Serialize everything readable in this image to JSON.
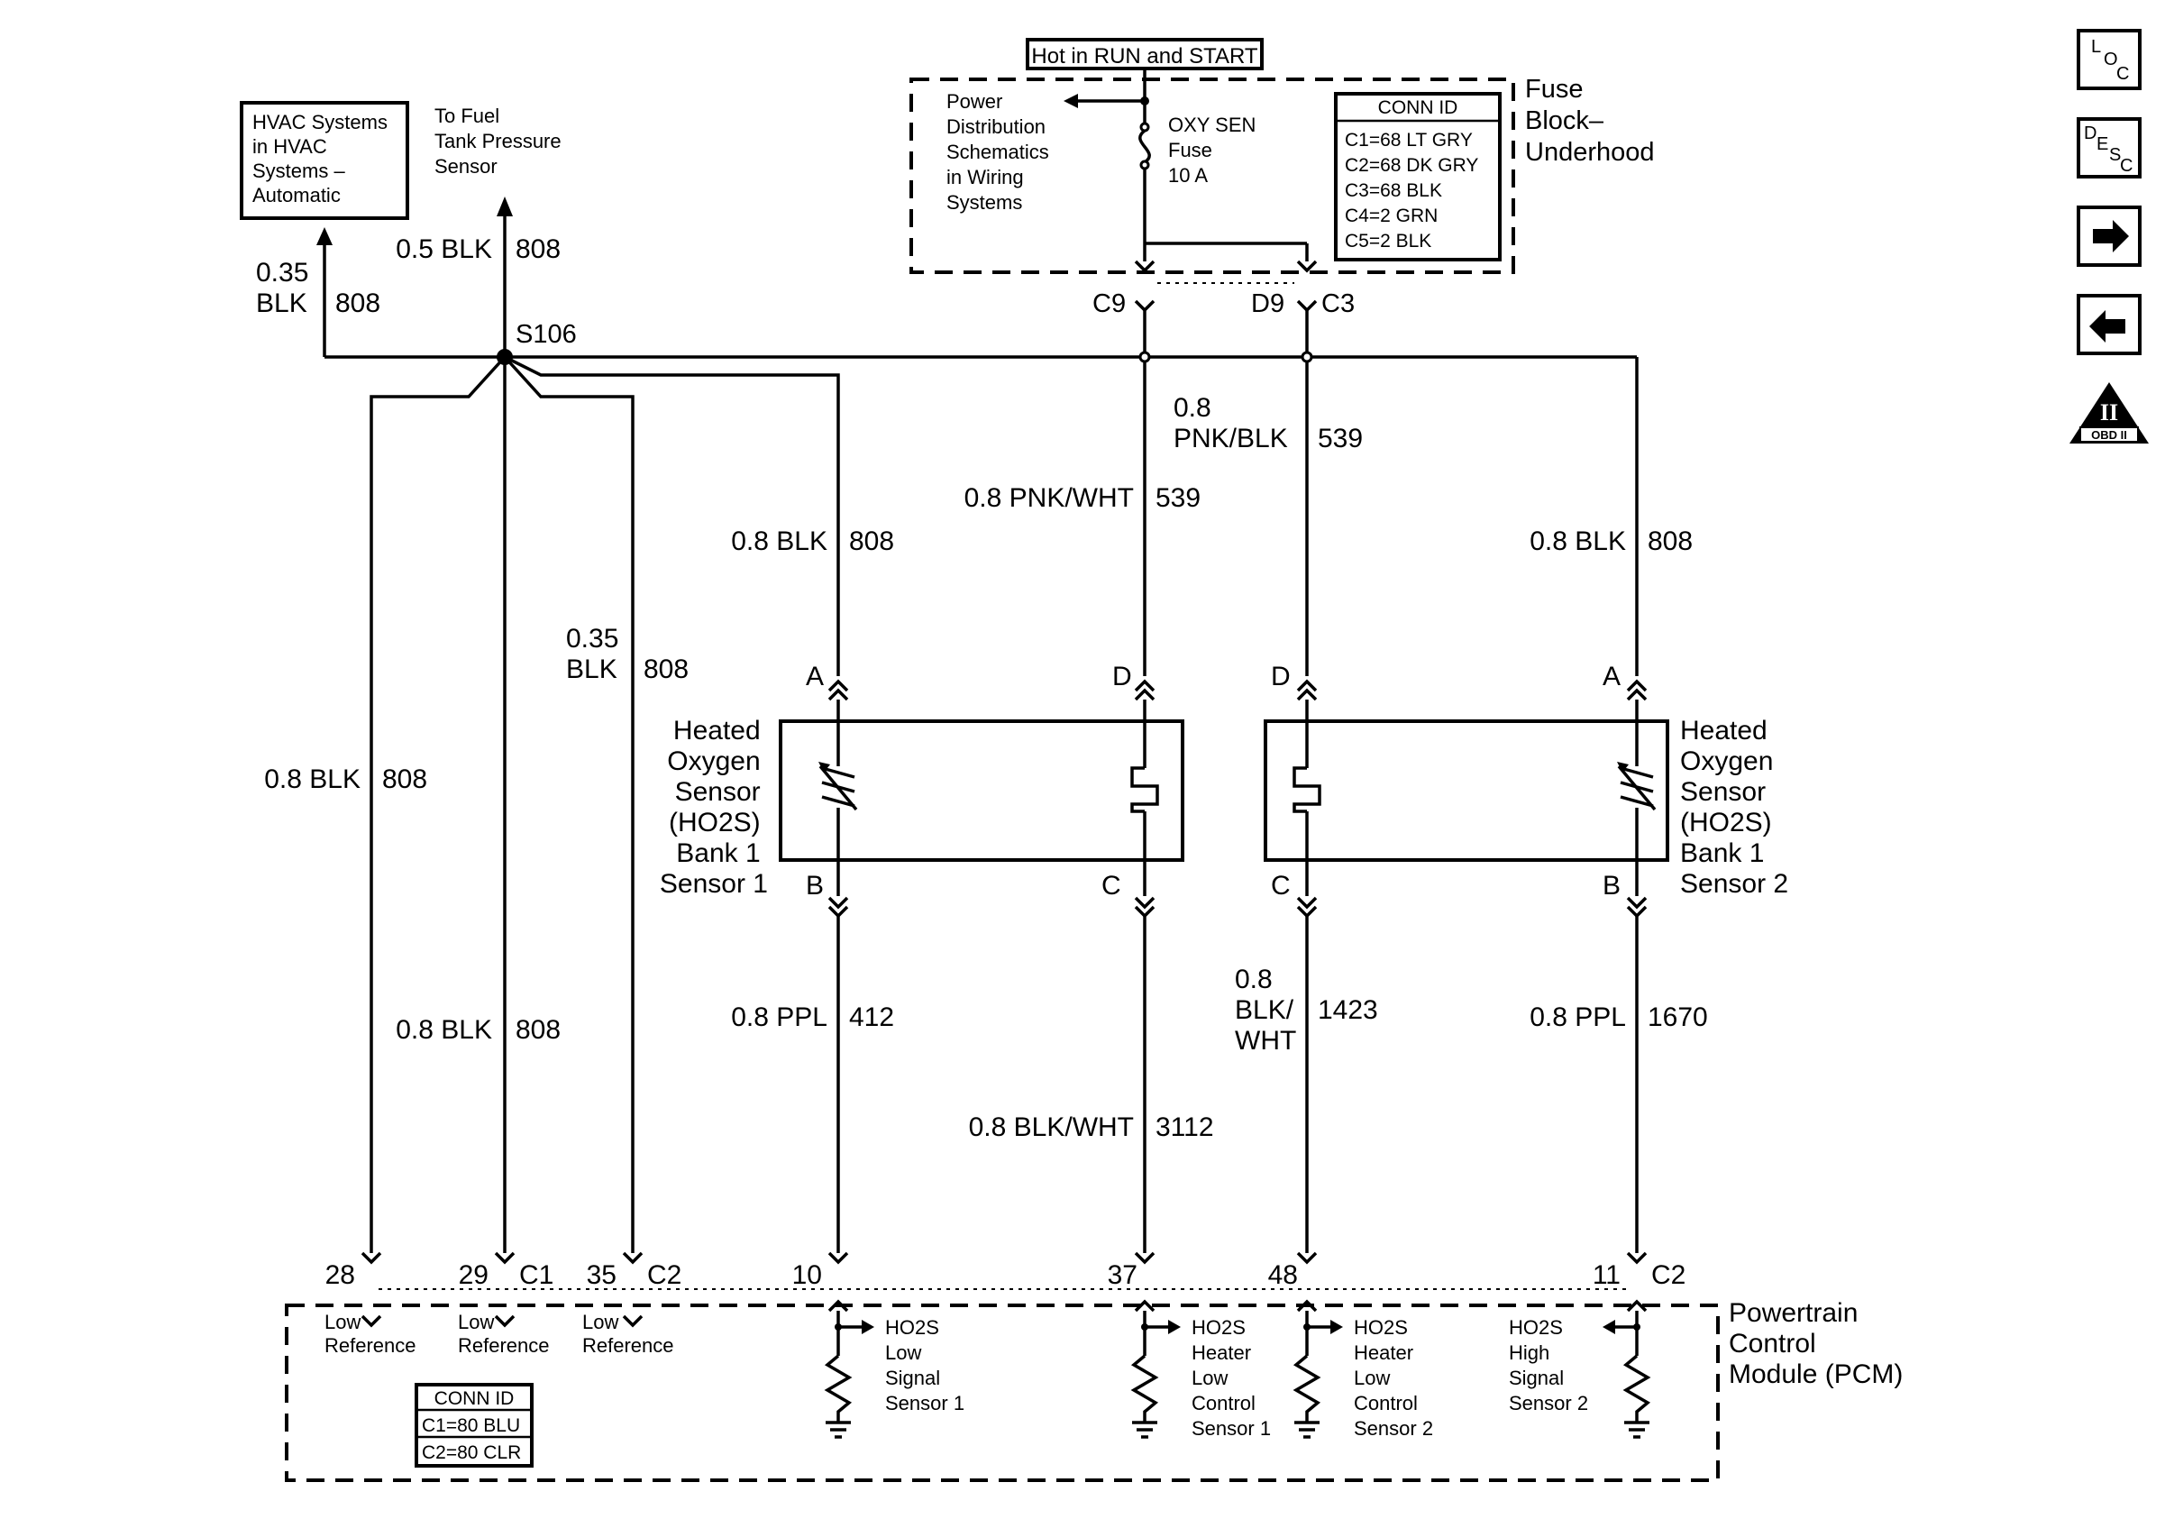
{
  "hot_label": "Hot in RUN and START",
  "fuse_block": {
    "title_lines": [
      "Fuse",
      "Block–",
      "Underhood"
    ],
    "power_dist_lines": [
      "Power",
      "Distribution",
      "Schematics",
      "in Wiring",
      "Systems"
    ],
    "fuse_lines": [
      "OXY SEN",
      "Fuse",
      "10 A"
    ],
    "conn_id": {
      "title": "CONN ID",
      "rows": [
        "C1=68 LT GRY",
        "C2=68 DK GRY",
        "C3=68 BLK",
        "C4=2 GRN",
        "C5=2 BLK"
      ]
    },
    "pins": {
      "left_pin": "C9",
      "right_pin": "D9",
      "right_conn": "C3"
    }
  },
  "hvac_box_lines": [
    "HVAC Systems",
    "in HVAC",
    "Systems –",
    "Automatic"
  ],
  "fuel_tank_lines": [
    "To Fuel",
    "Tank Pressure",
    "Sensor"
  ],
  "splice": "S106",
  "wires": {
    "hvac": [
      "0.35",
      "BLK",
      "808"
    ],
    "fuel_tank": [
      "0.5 BLK",
      "808"
    ],
    "pcm28": [
      "0.8 BLK",
      "808"
    ],
    "pcm29": [
      "0.8 BLK",
      "808"
    ],
    "pcm35": [
      "0.35",
      "BLK",
      "808"
    ],
    "s1_low_ref": [
      "0.8 BLK",
      "808"
    ],
    "s1_heater_feed": [
      "0.8 PNK/WHT",
      "539"
    ],
    "s2_heater_feed": [
      "0.8",
      "PNK/BLK",
      "539"
    ],
    "s2_low_ref": [
      "0.8 BLK",
      "808"
    ],
    "s1_signal": [
      "0.8 PPL",
      "412"
    ],
    "s1_heater_ctrl": [
      "0.8 BLK/WHT",
      "3112"
    ],
    "s2_heater_ctrl": [
      "0.8",
      "BLK/",
      "WHT",
      "1423"
    ],
    "s2_signal": [
      "0.8 PPL",
      "1670"
    ]
  },
  "sensor1": {
    "name_lines": [
      "Heated",
      "Oxygen",
      "Sensor",
      "(HO2S)",
      "Bank 1",
      "Sensor 1"
    ],
    "pins": [
      "A",
      "D",
      "B",
      "C"
    ]
  },
  "sensor2": {
    "name_lines": [
      "Heated",
      "Oxygen",
      "Sensor",
      "(HO2S)",
      "Bank 1",
      "Sensor 2"
    ],
    "pins": [
      "D",
      "A",
      "C",
      "B"
    ]
  },
  "pcm": {
    "title_lines": [
      "Powertrain",
      "Control",
      "Module (PCM)"
    ],
    "pins": [
      "28",
      "29",
      "35",
      "10",
      "37",
      "48",
      "11"
    ],
    "connectors": [
      "C1",
      "C2",
      "C2"
    ],
    "low_ref_lines": [
      "Low",
      "Reference"
    ],
    "circuits": [
      [
        "HO2S",
        "Low",
        "Signal",
        "Sensor 1"
      ],
      [
        "HO2S",
        "Heater",
        "Low",
        "Control",
        "Sensor 1"
      ],
      [
        "HO2S",
        "Heater",
        "Low",
        "Control",
        "Sensor 2"
      ],
      [
        "HO2S",
        "High",
        "Signal",
        "Sensor 2"
      ]
    ],
    "conn_id": {
      "title": "CONN ID",
      "rows": [
        "C1=80 BLU",
        "C2=80 CLR"
      ]
    }
  },
  "nav": {
    "loc": [
      "L",
      "O",
      "C"
    ],
    "desc": [
      "D",
      "E",
      "S",
      "C"
    ],
    "next_icon": "arrow-right-icon",
    "prev_icon": "arrow-left-icon",
    "obd": [
      "II",
      "OBD II"
    ]
  }
}
